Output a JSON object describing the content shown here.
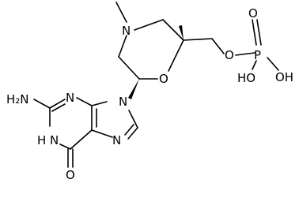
{
  "molecule": {
    "atom_labels": {
      "n_methyl": "N",
      "o_ring": "O",
      "o_ester": "O",
      "p": "P",
      "o_double": "O",
      "oh_left": "HO",
      "oh_right": "OH",
      "nh2": "H₂N",
      "n9": "N",
      "n3": "N",
      "n7": "N",
      "n1h": "N",
      "h_n1": "H",
      "o6": "O"
    },
    "stereo": "wedge-bonds",
    "color": "#000000"
  }
}
